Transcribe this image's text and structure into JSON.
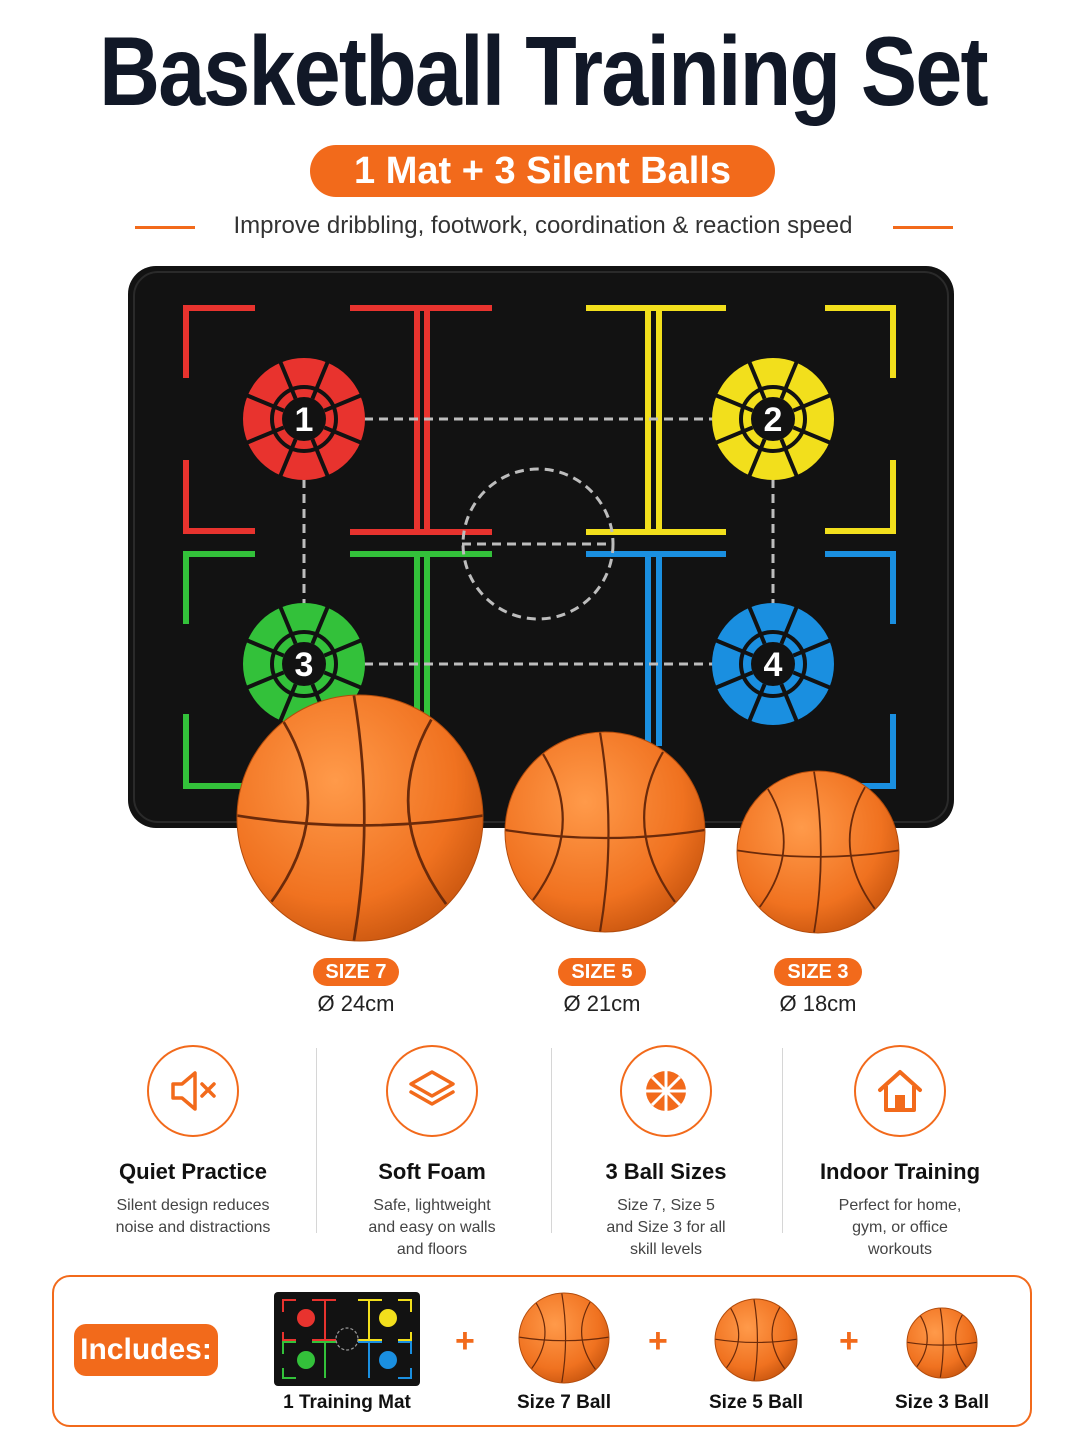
{
  "title": "Basketball Training Set",
  "subtitle": "1 Mat + 3 Silent Balls",
  "tagline": "Improve dribbling, footwork, coordination & reaction speed",
  "mat": {
    "spots": [
      "1",
      "2",
      "3",
      "4"
    ],
    "colors": {
      "red": "#e8332e",
      "yellow": "#f2df1c",
      "green": "#33c13a",
      "blue": "#1a8fe0",
      "mat": "#121212"
    }
  },
  "balls": [
    {
      "size": "SIZE 7",
      "diameter": "Ø 24cm"
    },
    {
      "size": "SIZE 5",
      "diameter": "Ø 21cm"
    },
    {
      "size": "SIZE 3",
      "diameter": "Ø 18cm"
    }
  ],
  "features": [
    {
      "icon": "speaker-mute-icon",
      "title": "Quiet Practice",
      "desc": [
        "Silent design reduces",
        "noise and distractions"
      ]
    },
    {
      "icon": "layers-icon",
      "title": "Soft Foam",
      "desc": [
        "Safe, lightweight",
        "and easy on walls",
        "and floors"
      ]
    },
    {
      "icon": "basketball-icon",
      "title": "3 Ball Sizes",
      "desc": [
        "Size 7, Size 5",
        "and Size 3 for all",
        "skill levels"
      ]
    },
    {
      "icon": "house-icon",
      "title": "Indoor Training",
      "desc": [
        "Perfect for home,",
        "gym, or office",
        "workouts"
      ]
    }
  ],
  "includes": {
    "label": "Includes:",
    "plus": "+",
    "items": [
      "1 Training Mat",
      "Size 7 Ball",
      "Size 5 Ball",
      "Size 3 Ball"
    ]
  },
  "accent": "#f26a1b"
}
